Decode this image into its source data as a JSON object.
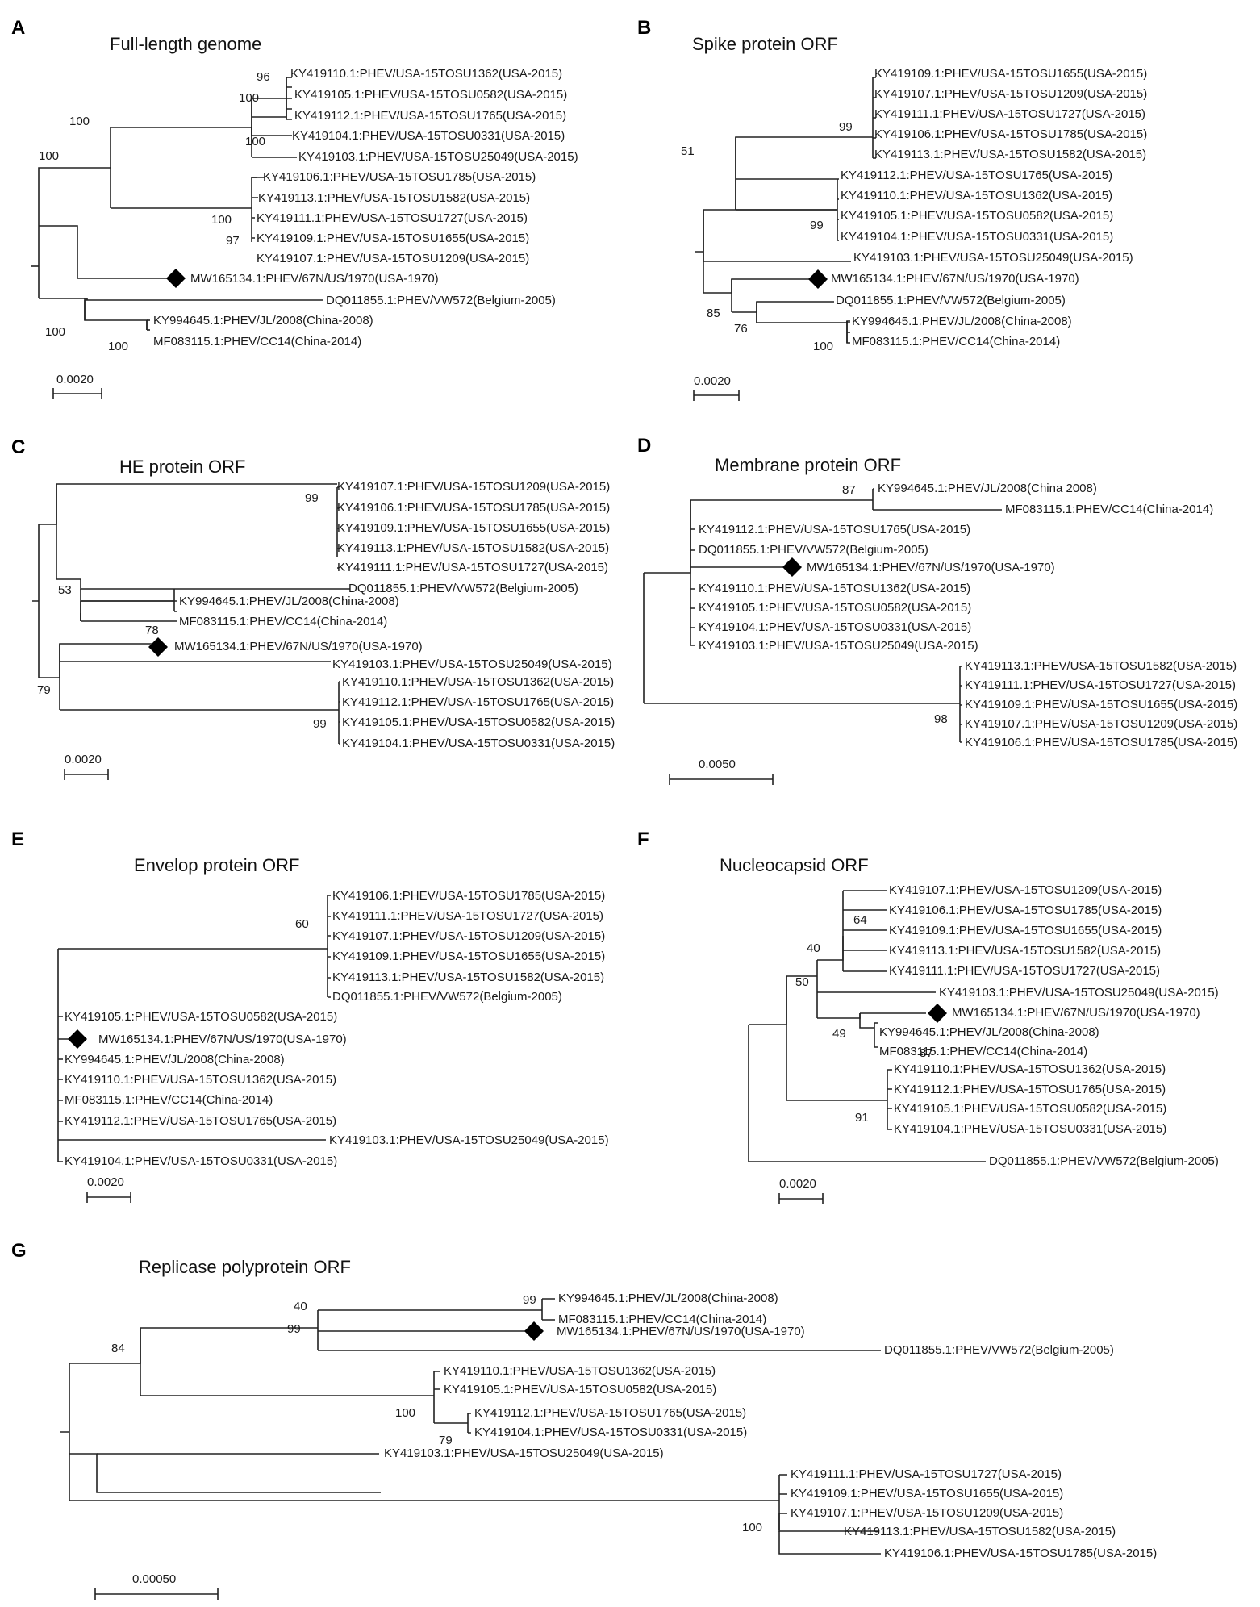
{
  "panels": [
    {
      "letter": "A",
      "title": "Full-length  genome",
      "scale": "0.0020",
      "leaves": [
        "KY419110.1:PHEV/USA-15TOSU1362(USA-2015)",
        "KY419105.1:PHEV/USA-15TOSU0582(USA-2015)",
        "KY419112.1:PHEV/USA-15TOSU1765(USA-2015)",
        "KY419104.1:PHEV/USA-15TOSU0331(USA-2015)",
        "KY419103.1:PHEV/USA-15TOSU25049(USA-2015)",
        "KY419106.1:PHEV/USA-15TOSU1785(USA-2015)",
        "KY419113.1:PHEV/USA-15TOSU1582(USA-2015)",
        "KY419111.1:PHEV/USA-15TOSU1727(USA-2015)",
        "KY419109.1:PHEV/USA-15TOSU1655(USA-2015)",
        "KY419107.1:PHEV/USA-15TOSU1209(USA-2015)",
        "MW165134.1:PHEV/67N/US/1970(USA-1970)",
        "DQ011855.1:PHEV/VW572(Belgium-2005)",
        "KY994645.1:PHEV/JL/2008(China-2008)",
        "MF083115.1:PHEV/CC14(China-2014)"
      ],
      "bootstraps": [
        "96",
        "100",
        "100",
        "100",
        "100",
        "100",
        "97",
        "100",
        "100"
      ]
    },
    {
      "letter": "B",
      "title": "Spike protein ORF",
      "scale": "0.0020",
      "leaves": [
        "KY419109.1:PHEV/USA-15TOSU1655(USA-2015)",
        "KY419107.1:PHEV/USA-15TOSU1209(USA-2015)",
        "KY419111.1:PHEV/USA-15TOSU1727(USA-2015)",
        "KY419106.1:PHEV/USA-15TOSU1785(USA-2015)",
        "KY419113.1:PHEV/USA-15TOSU1582(USA-2015)",
        "KY419112.1:PHEV/USA-15TOSU1765(USA-2015)",
        "KY419110.1:PHEV/USA-15TOSU1362(USA-2015)",
        "KY419105.1:PHEV/USA-15TOSU0582(USA-2015)",
        "KY419104.1:PHEV/USA-15TOSU0331(USA-2015)",
        "KY419103.1:PHEV/USA-15TOSU25049(USA-2015)",
        "MW165134.1:PHEV/67N/US/1970(USA-1970)",
        "DQ011855.1:PHEV/VW572(Belgium-2005)",
        "KY994645.1:PHEV/JL/2008(China-2008)",
        "MF083115.1:PHEV/CC14(China-2014)"
      ],
      "bootstraps": [
        "99",
        "51",
        "99",
        "85",
        "76",
        "100"
      ]
    },
    {
      "letter": "C",
      "title": "HE protein ORF",
      "scale": "0.0020",
      "leaves": [
        "KY419107.1:PHEV/USA-15TOSU1209(USA-2015)",
        "KY419106.1:PHEV/USA-15TOSU1785(USA-2015)",
        "KY419109.1:PHEV/USA-15TOSU1655(USA-2015)",
        "KY419113.1:PHEV/USA-15TOSU1582(USA-2015)",
        "KY419111.1:PHEV/USA-15TOSU1727(USA-2015)",
        "DQ011855.1:PHEV/VW572(Belgium-2005)",
        "KY994645.1:PHEV/JL/2008(China-2008)",
        "MF083115.1:PHEV/CC14(China-2014)",
        "MW165134.1:PHEV/67N/US/1970(USA-1970)",
        "KY419103.1:PHEV/USA-15TOSU25049(USA-2015)",
        "KY419110.1:PHEV/USA-15TOSU1362(USA-2015)",
        "KY419112.1:PHEV/USA-15TOSU1765(USA-2015)",
        "KY419105.1:PHEV/USA-15TOSU0582(USA-2015)",
        "KY419104.1:PHEV/USA-15TOSU0331(USA-2015)"
      ],
      "bootstraps": [
        "99",
        "53",
        "78",
        "79",
        "99"
      ]
    },
    {
      "letter": "D",
      "title": "Membrane protein ORF",
      "scale": "0.0050",
      "leaves": [
        "KY994645.1:PHEV/JL/2008(China 2008)",
        "MF083115.1:PHEV/CC14(China-2014)",
        "KY419112.1:PHEV/USA-15TOSU1765(USA-2015)",
        "DQ011855.1:PHEV/VW572(Belgium-2005)",
        "MW165134.1:PHEV/67N/US/1970(USA-1970)",
        "KY419110.1:PHEV/USA-15TOSU1362(USA-2015)",
        "KY419105.1:PHEV/USA-15TOSU0582(USA-2015)",
        "KY419104.1:PHEV/USA-15TOSU0331(USA-2015)",
        "KY419103.1:PHEV/USA-15TOSU25049(USA-2015)",
        "KY419113.1:PHEV/USA-15TOSU1582(USA-2015)",
        "KY419111.1:PHEV/USA-15TOSU1727(USA-2015)",
        "KY419109.1:PHEV/USA-15TOSU1655(USA-2015)",
        "KY419107.1:PHEV/USA-15TOSU1209(USA-2015)",
        "KY419106.1:PHEV/USA-15TOSU1785(USA-2015)"
      ],
      "bootstraps": [
        "87",
        "98"
      ]
    },
    {
      "letter": "E",
      "title": "Envelop protein ORF",
      "scale": "0.0020",
      "leaves": [
        "KY419106.1:PHEV/USA-15TOSU1785(USA-2015)",
        "KY419111.1:PHEV/USA-15TOSU1727(USA-2015)",
        "KY419107.1:PHEV/USA-15TOSU1209(USA-2015)",
        "KY419109.1:PHEV/USA-15TOSU1655(USA-2015)",
        "KY419113.1:PHEV/USA-15TOSU1582(USA-2015)",
        "DQ011855.1:PHEV/VW572(Belgium-2005)",
        "KY419105.1:PHEV/USA-15TOSU0582(USA-2015)",
        "MW165134.1:PHEV/67N/US/1970(USA-1970)",
        "KY994645.1:PHEV/JL/2008(China-2008)",
        "KY419110.1:PHEV/USA-15TOSU1362(USA-2015)",
        "MF083115.1:PHEV/CC14(China-2014)",
        "KY419112.1:PHEV/USA-15TOSU1765(USA-2015)",
        "KY419103.1:PHEV/USA-15TOSU25049(USA-2015)",
        "KY419104.1:PHEV/USA-15TOSU0331(USA-2015)"
      ],
      "bootstraps": [
        "60"
      ]
    },
    {
      "letter": "F",
      "title": "Nucleocapsid ORF",
      "scale": "0.0020",
      "leaves": [
        "KY419107.1:PHEV/USA-15TOSU1209(USA-2015)",
        "KY419106.1:PHEV/USA-15TOSU1785(USA-2015)",
        "KY419109.1:PHEV/USA-15TOSU1655(USA-2015)",
        "KY419113.1:PHEV/USA-15TOSU1582(USA-2015)",
        "KY419111.1:PHEV/USA-15TOSU1727(USA-2015)",
        "KY419103.1:PHEV/USA-15TOSU25049(USA-2015)",
        "MW165134.1:PHEV/67N/US/1970(USA-1970)",
        "KY994645.1:PHEV/JL/2008(China-2008)",
        "MF083115.1:PHEV/CC14(China-2014)",
        "KY419110.1:PHEV/USA-15TOSU1362(USA-2015)",
        "KY419112.1:PHEV/USA-15TOSU1765(USA-2015)",
        "KY419105.1:PHEV/USA-15TOSU0582(USA-2015)",
        "KY419104.1:PHEV/USA-15TOSU0331(USA-2015)",
        "DQ011855.1:PHEV/VW572(Belgium-2005)"
      ],
      "bootstraps": [
        "64",
        "40",
        "50",
        "49",
        "87",
        "91"
      ]
    },
    {
      "letter": "G",
      "title": "Replicase polyprotein ORF",
      "scale": "0.00050",
      "leaves": [
        "KY994645.1:PHEV/JL/2008(China-2008)",
        "MF083115.1:PHEV/CC14(China-2014)",
        "MW165134.1:PHEV/67N/US/1970(USA-1970)",
        "DQ011855.1:PHEV/VW572(Belgium-2005)",
        "KY419110.1:PHEV/USA-15TOSU1362(USA-2015)",
        "KY419105.1:PHEV/USA-15TOSU0582(USA-2015)",
        "KY419112.1:PHEV/USA-15TOSU1765(USA-2015)",
        "KY419104.1:PHEV/USA-15TOSU0331(USA-2015)",
        "KY419103.1:PHEV/USA-15TOSU25049(USA-2015)",
        "KY419111.1:PHEV/USA-15TOSU1727(USA-2015)",
        "KY419109.1:PHEV/USA-15TOSU1655(USA-2015)",
        "KY419107.1:PHEV/USA-15TOSU1209(USA-2015)",
        "KY419113.1:PHEV/USA-15TOSU1582(USA-2015)",
        "KY419106.1:PHEV/USA-15TOSU1785(USA-2015)"
      ],
      "bootstraps": [
        "99",
        "40",
        "99",
        "84",
        "100",
        "79",
        "100"
      ]
    }
  ]
}
